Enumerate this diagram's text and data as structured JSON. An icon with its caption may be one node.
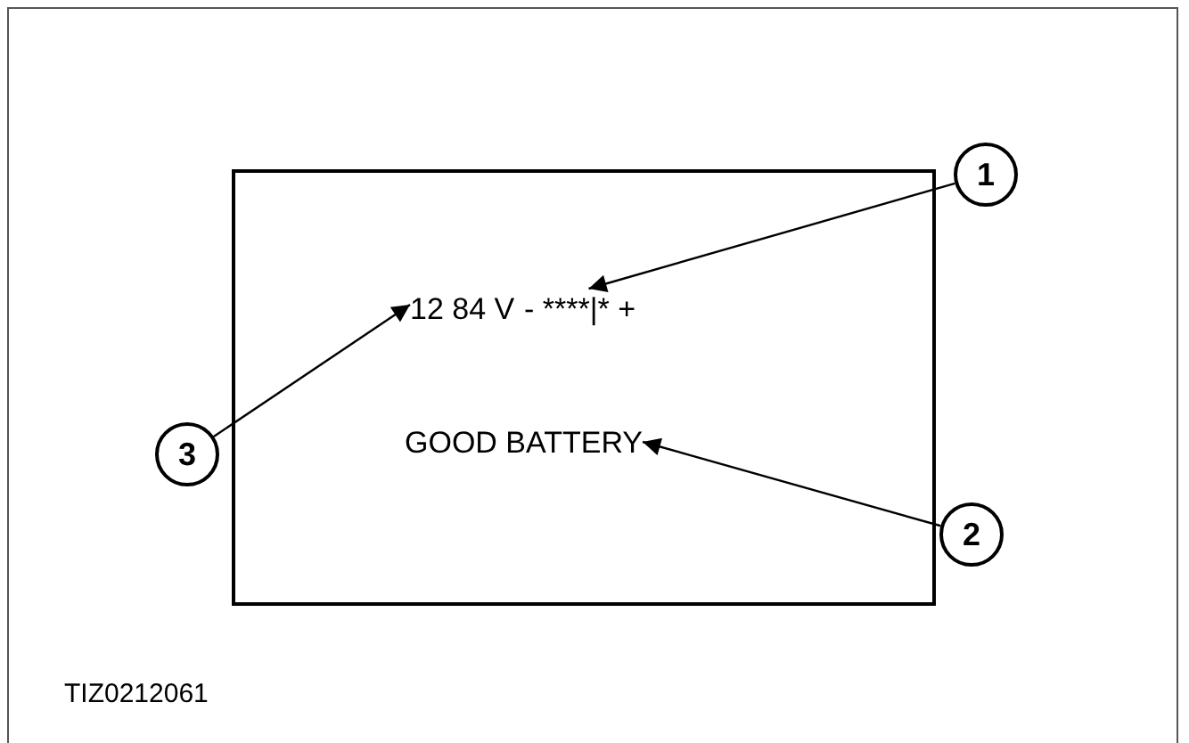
{
  "diagram": {
    "nodes": [
      {
        "text": [],
        "shape": "box"
      },
      {
        "text": [
          "12 84 V"
        ],
        "in": 0
      },
      {
        "text": [
          "- ****|* +"
        ],
        "in": 0
      },
      {
        "text": [
          "GOOD BATTERY"
        ],
        "in": 0
      },
      {
        "text": [
          "1"
        ]
      },
      {
        "text": [
          "2"
        ]
      },
      {
        "text": [
          "3"
        ]
      }
    ],
    "edges": [
      {
        "from": 4,
        "to": 2,
        "arrow": "to"
      },
      {
        "from": 5,
        "to": 3,
        "arrow": "to"
      },
      {
        "from": 6,
        "to": 1,
        "arrow": "to"
      }
    ],
    "labels": [
      "TIZ0212061"
    ]
  }
}
